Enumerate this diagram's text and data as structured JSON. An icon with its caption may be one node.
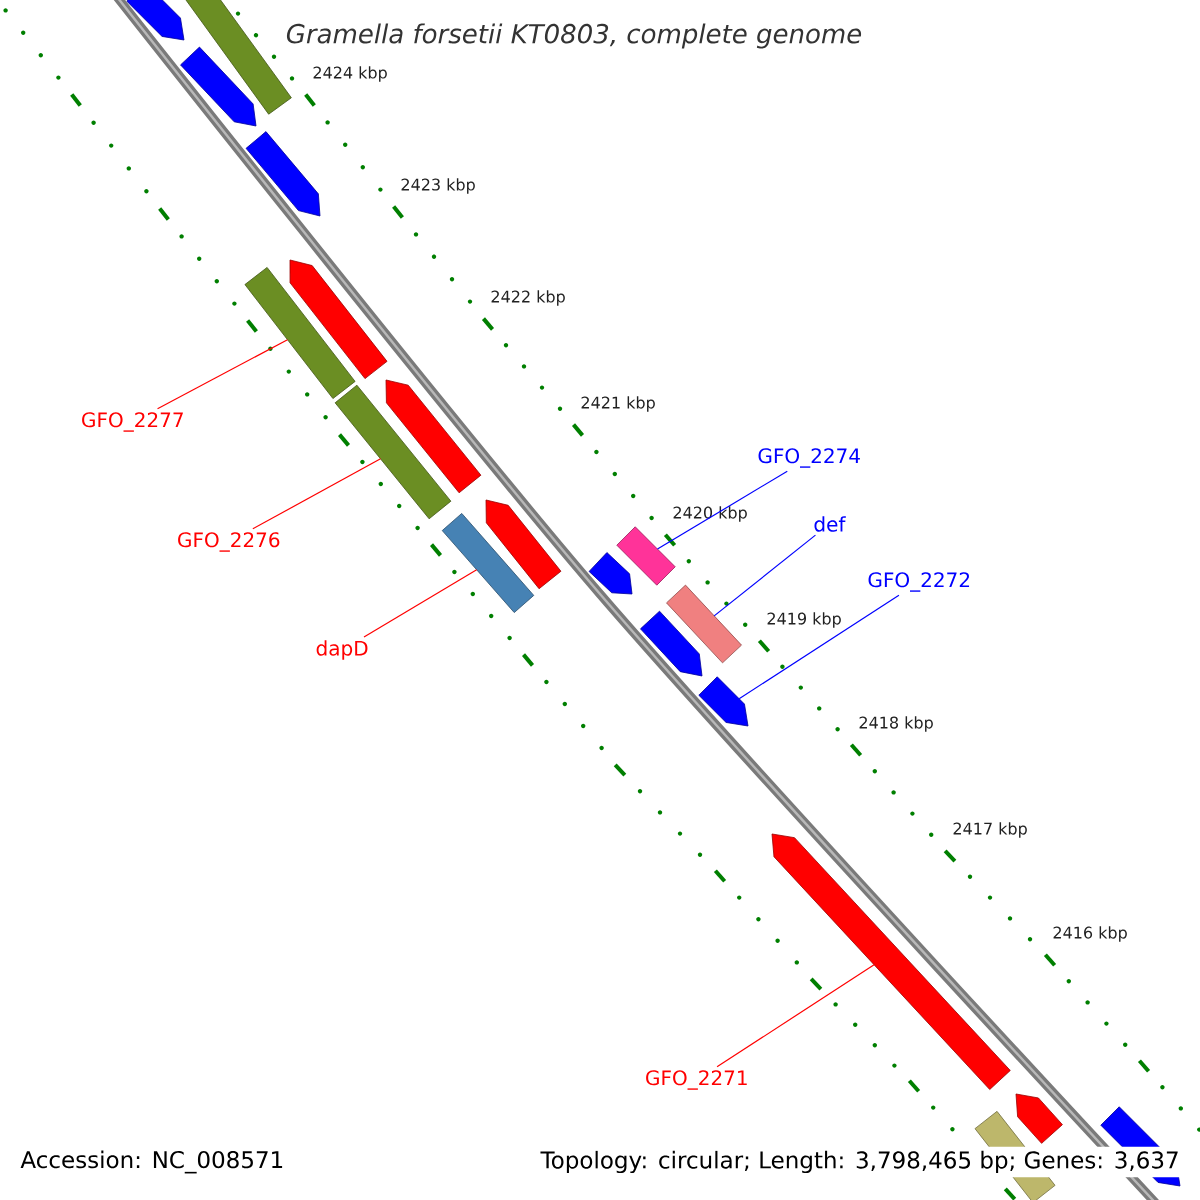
{
  "diagram": {
    "title": "Gramella forsetii KT0803, complete genome",
    "nodes": [
      {
        "text": [
          "GFO_2277"
        ]
      },
      {
        "text": [
          "GFO_2276"
        ]
      },
      {
        "text": [
          "dapD"
        ]
      },
      {
        "text": [
          "GFO_2274"
        ]
      },
      {
        "text": [
          "def"
        ]
      },
      {
        "text": [
          "GFO_2272"
        ]
      },
      {
        "text": [
          "GFO_2271"
        ]
      },
      {
        "text": [],
        "shape": "arrow"
      },
      {
        "text": [],
        "shape": "bar"
      },
      {
        "text": [],
        "shape": "arrow"
      },
      {
        "text": [],
        "shape": "arrow"
      },
      {
        "text": [],
        "shape": "arrow"
      },
      {
        "text": [],
        "shape": "bar"
      },
      {
        "text": [],
        "shape": "arrow"
      },
      {
        "text": [],
        "shape": "bar"
      },
      {
        "text": [],
        "shape": "arrow"
      },
      {
        "text": [],
        "shape": "bar"
      },
      {
        "text": [],
        "shape": "bar"
      },
      {
        "text": [],
        "shape": "arrow"
      },
      {
        "text": [],
        "shape": "bar"
      },
      {
        "text": [],
        "shape": "arrow"
      },
      {
        "text": [],
        "shape": "arrow"
      },
      {
        "text": [],
        "shape": "arrow"
      },
      {
        "text": [],
        "shape": "arrow"
      },
      {
        "text": [],
        "shape": "bar"
      },
      {
        "text": [],
        "shape": "arrow"
      }
    ],
    "edges": [
      {
        "from": 0,
        "to": 12,
        "arrow": "none"
      },
      {
        "from": 1,
        "to": 14,
        "arrow": "none"
      },
      {
        "from": 2,
        "to": 16,
        "arrow": "none"
      },
      {
        "from": 3,
        "to": 17,
        "arrow": "none",
        "color": "#0000ff"
      },
      {
        "from": 4,
        "to": 19,
        "arrow": "none",
        "color": "#0000ff"
      },
      {
        "from": 5,
        "to": 21,
        "arrow": "none",
        "color": "#0000ff"
      },
      {
        "from": 6,
        "to": 22,
        "arrow": "none"
      }
    ],
    "labels": [
      "2424 kbp",
      "2423 kbp",
      "2422 kbp",
      "2421 kbp",
      "2420 kbp",
      "2419 kbp",
      "2418 kbp",
      "2417 kbp",
      "2416 kbp",
      "Accession: NC_008571",
      "Topology: circular; Length: 3,798,465 bp; Genes: 3,637"
    ]
  }
}
